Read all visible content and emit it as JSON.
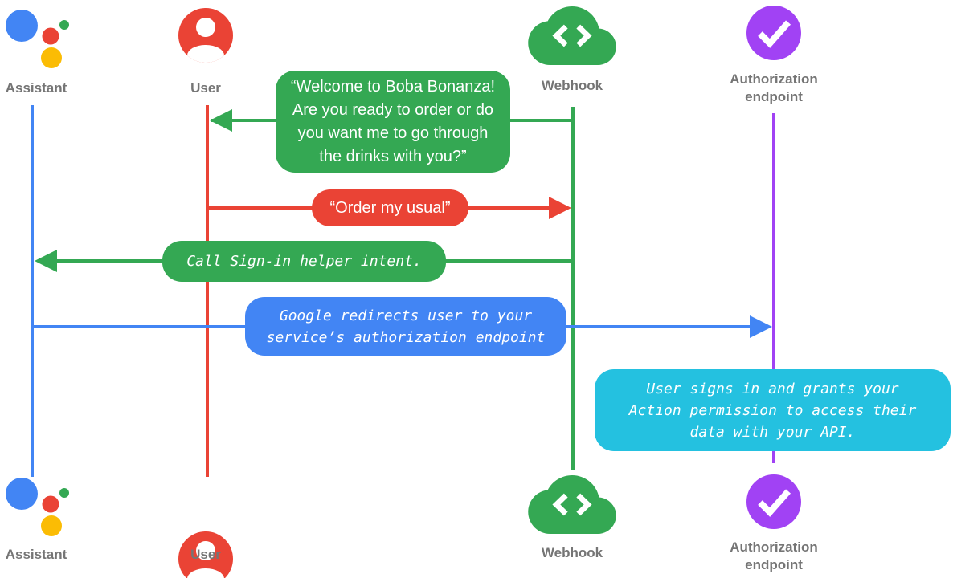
{
  "colors": {
    "blue": "#4285F4",
    "red": "#EA4335",
    "green": "#34A853",
    "yellow": "#FBBC04",
    "purple": "#A142F4",
    "cyan": "#24C1E0",
    "label_gray": "#757575"
  },
  "actors": {
    "assistant": {
      "label": "Assistant"
    },
    "user": {
      "label": "User"
    },
    "webhook": {
      "label": "Webhook"
    },
    "auth": {
      "label_line1": "Authorization",
      "label_line2": "endpoint"
    }
  },
  "messages": {
    "welcome": {
      "from": "Webhook",
      "to": "User",
      "color": "#34A853",
      "text": "“Welcome to Boba Bonanza! Are you ready to order or do you want me to go through the drinks with you?”",
      "lines": [
        "“Welcome to Boba Bonanza!",
        "Are you ready to order or do",
        "you want me to go through",
        "the drinks with you?”"
      ]
    },
    "order": {
      "from": "User",
      "to": "Webhook",
      "color": "#EA4335",
      "text": "“Order my usual”",
      "lines": [
        "“Order my usual”"
      ]
    },
    "signin": {
      "from": "Webhook",
      "to": "Assistant",
      "color": "#34A853",
      "text": "Call Sign-in helper intent.",
      "lines": [
        "Call Sign-in helper intent."
      ]
    },
    "redirect": {
      "from": "Assistant",
      "to": "Authorization endpoint",
      "color": "#4285F4",
      "text": "Google redirects user to your service’s authorization endpoint",
      "lines": [
        "Google redirects user to your",
        "service’s authorization endpoint"
      ]
    },
    "grants": {
      "note_over": "Authorization endpoint",
      "color": "#24C1E0",
      "text": "User signs in and grants your Action permission to access their data with your API.",
      "lines": [
        "User signs in and grants your",
        "Action permission to access their",
        "data with your API."
      ]
    }
  }
}
